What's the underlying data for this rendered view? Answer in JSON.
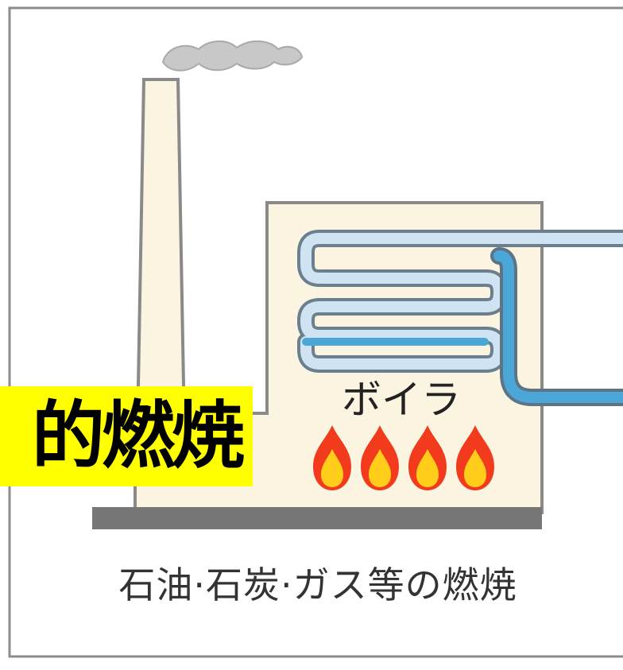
{
  "boiler_label": "ボイラ",
  "caption": "石油·石炭·ガス等の燃焼",
  "highlight_text": "的燃焼",
  "colors": {
    "building_fill": "#fbf4e0",
    "building_stroke": "#8a8a8a",
    "ground": "#777777",
    "smoke": "#c8c8c8",
    "pipe_light": "#cfe3f2",
    "pipe_blue": "#4aa7d8",
    "pipe_outline": "#6b7f8e",
    "flame_outer": "#f23a1c",
    "flame_inner": "#ffcd1a",
    "highlight": "#ffff00"
  },
  "icons": [
    "smoke-icon",
    "flame-icon"
  ]
}
